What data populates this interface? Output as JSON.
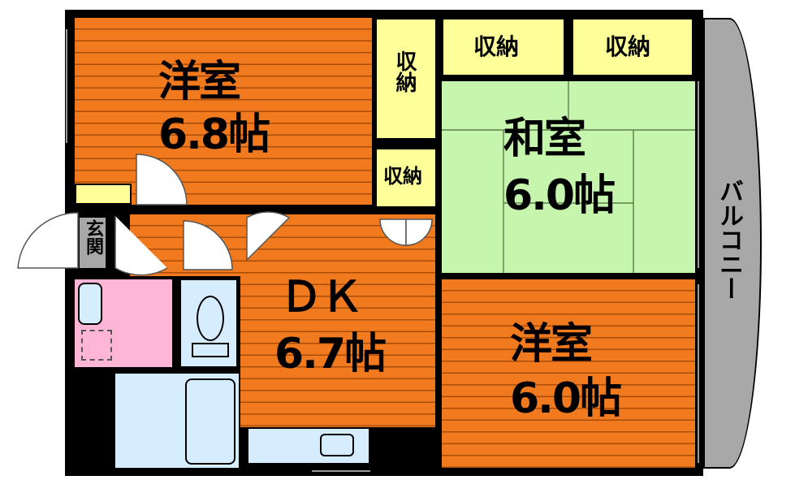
{
  "rooms": {
    "western_top": {
      "name": "洋室",
      "size": "6.8帖"
    },
    "washitsu": {
      "name": "和室",
      "size": "6.0帖"
    },
    "dk": {
      "name": "ＤＫ",
      "size": "6.7帖"
    },
    "western_bottom": {
      "name": "洋室",
      "size": "6.0帖"
    }
  },
  "storage": {
    "top_vertical": "収納",
    "top_middle": "収納",
    "top_right": "収納",
    "small": "収納"
  },
  "entrance": "玄関",
  "balcony": "バルコニー",
  "colors": {
    "western_floor": "#f27a1e",
    "tatami": "#c6f5ad",
    "storage": "#ffff99",
    "bath": "#ffb6d6",
    "wet_area": "#d6ecff",
    "balcony": "#a8a8a8"
  }
}
